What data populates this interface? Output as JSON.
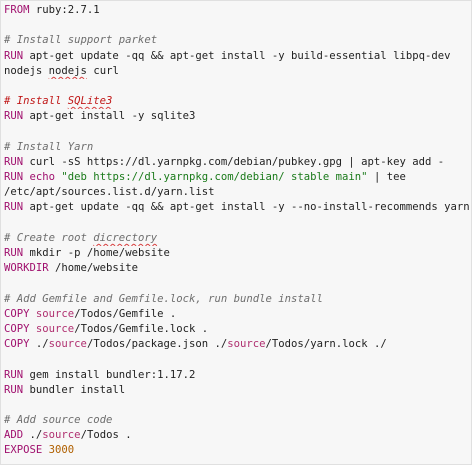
{
  "colors": {
    "keyword": "#a0106e",
    "comment": "#6e6e6e",
    "comment_highlight": "#c01818",
    "string": "#1a7a1a",
    "path_source": "#b03070",
    "number": "#b06000",
    "background": "#f7f7f7"
  },
  "code": {
    "l1": {
      "kw": "FROM",
      "rest": " ruby:2.7.1"
    },
    "l3": {
      "comment": "# Install support parket"
    },
    "l4": {
      "kw": "RUN",
      "rest": " apt-get update -qq && apt-get install -y build-essential libpq-dev"
    },
    "l5": {
      "a": "nodejs ",
      "squiggle": "nodejs",
      "b": " curl"
    },
    "l7": {
      "comment_a": "# Install ",
      "comment_squiggle": "SQLite3"
    },
    "l8": {
      "kw": "RUN",
      "rest": " apt-get install -y sqlite3"
    },
    "l10": {
      "comment": "# Install Yarn"
    },
    "l11": {
      "kw": "RUN",
      "rest": " curl -sS https://dl.yarnpkg.com/debian/pubkey.gpg | apt-key add -"
    },
    "l12": {
      "kw": "RUN",
      "kw2": " echo ",
      "str": "\"deb https://dl.yarnpkg.com/debian/ stable main\"",
      "rest": " | tee"
    },
    "l13": {
      "rest": "/etc/apt/sources.list.d/yarn.list"
    },
    "l14": {
      "kw": "RUN",
      "rest": " apt-get update -qq && apt-get install -y --no-install-recommends yarn"
    },
    "l16": {
      "comment_a": "# Create root ",
      "comment_squiggle": "dicrectory"
    },
    "l17": {
      "kw": "RUN",
      "rest": " mkdir -p /home/website"
    },
    "l18": {
      "kw": "WORKDIR",
      "rest": " /home/website"
    },
    "l20": {
      "comment": "# Add Gemfile and Gemfile.lock, run bundle install"
    },
    "l21": {
      "kw": "COPY",
      "a": " ",
      "path": "source",
      "b": "/Todos/Gemfile ."
    },
    "l22": {
      "kw": "COPY",
      "a": " ",
      "path": "source",
      "b": "/Todos/Gemfile.lock ."
    },
    "l23": {
      "kw": "COPY",
      "a": " ./",
      "path": "source",
      "b": "/Todos/package.json ./",
      "path2": "source",
      "c": "/Todos/yarn.lock ./"
    },
    "l25": {
      "kw": "RUN",
      "rest": " gem install bundler:1.17.2"
    },
    "l26": {
      "kw": "RUN",
      "rest": " bundler install"
    },
    "l28": {
      "comment": "# Add source code"
    },
    "l29": {
      "kw": "ADD",
      "a": " ./",
      "path": "source",
      "b": "/Todos ."
    },
    "l30": {
      "kw": "EXPOSE",
      "a": " ",
      "num": "3000"
    }
  }
}
